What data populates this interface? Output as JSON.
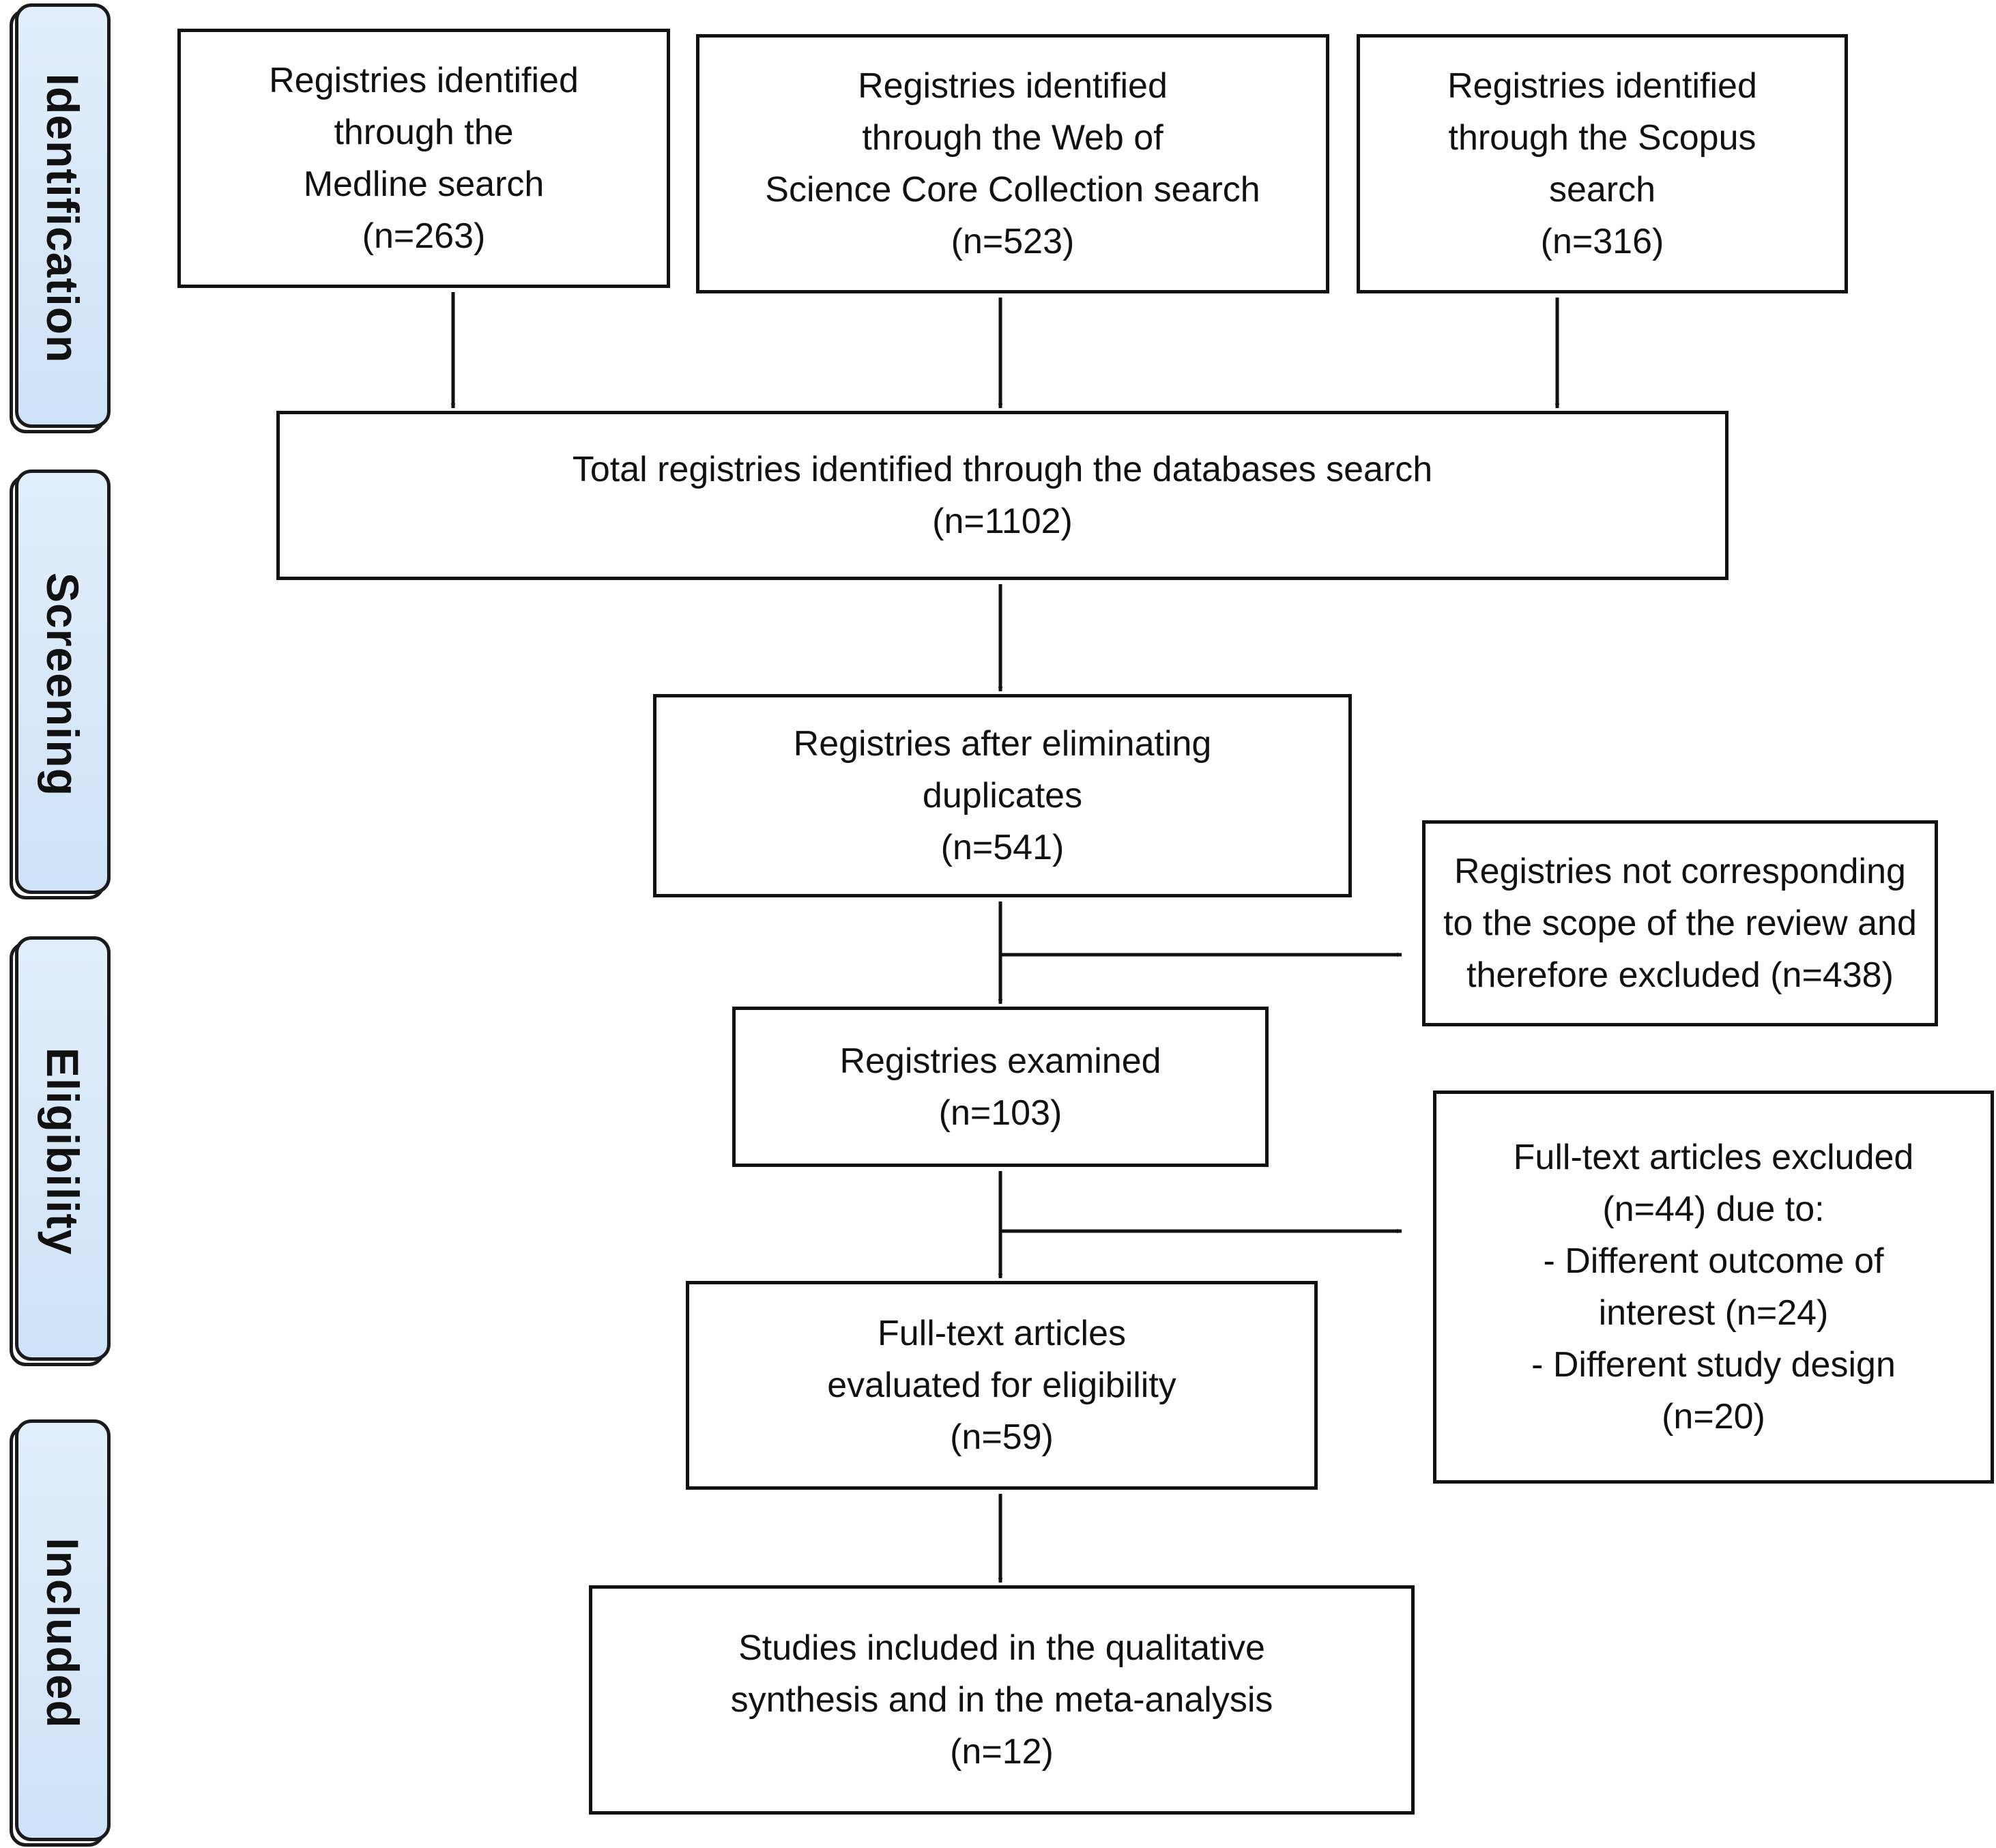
{
  "phases": [
    {
      "label": "Identification"
    },
    {
      "label": "Screening"
    },
    {
      "label": "Eligibility"
    },
    {
      "label": "Included"
    }
  ],
  "nodes": {
    "medline": {
      "lines": [
        "Registries identified",
        "through the",
        "Medline search",
        "(n=263)"
      ]
    },
    "wos": {
      "lines": [
        "Registries identified",
        "through the Web of",
        "Science Core Collection search",
        "(n=523)"
      ]
    },
    "scopus": {
      "lines": [
        "Registries identified",
        "through the Scopus",
        "search",
        "(n=316)"
      ]
    },
    "total": {
      "lines": [
        "Total registries identified through the databases search",
        "(n=1102)"
      ]
    },
    "dedup": {
      "lines": [
        "Registries after eliminating",
        "duplicates",
        "(n=541)"
      ]
    },
    "excluded_scope": {
      "lines": [
        "Registries not corresponding",
        "to the scope of the review and",
        "therefore excluded (n=438)"
      ]
    },
    "examined": {
      "lines": [
        "Registries examined",
        "(n=103)"
      ]
    },
    "excluded_fulltext": {
      "lines": [
        "Full-text articles excluded",
        "(n=44) due to:",
        "- Different outcome of",
        "interest (n=24)",
        "- Different study design",
        "(n=20)"
      ]
    },
    "fulltext": {
      "lines": [
        "Full-text articles",
        "evaluated for eligibility",
        "(n=59)"
      ]
    },
    "included": {
      "lines": [
        "Studies included in the qualitative",
        "synthesis and in the meta-analysis",
        "(n=12)"
      ]
    }
  },
  "edges": [
    {
      "from": "medline",
      "to": "total"
    },
    {
      "from": "wos",
      "to": "total"
    },
    {
      "from": "scopus",
      "to": "total"
    },
    {
      "from": "total",
      "to": "dedup"
    },
    {
      "from": "dedup",
      "to": "examined"
    },
    {
      "from": "dedup",
      "to": "excluded_scope"
    },
    {
      "from": "examined",
      "to": "fulltext"
    },
    {
      "from": "examined",
      "to": "excluded_fulltext"
    },
    {
      "from": "fulltext",
      "to": "included"
    }
  ]
}
